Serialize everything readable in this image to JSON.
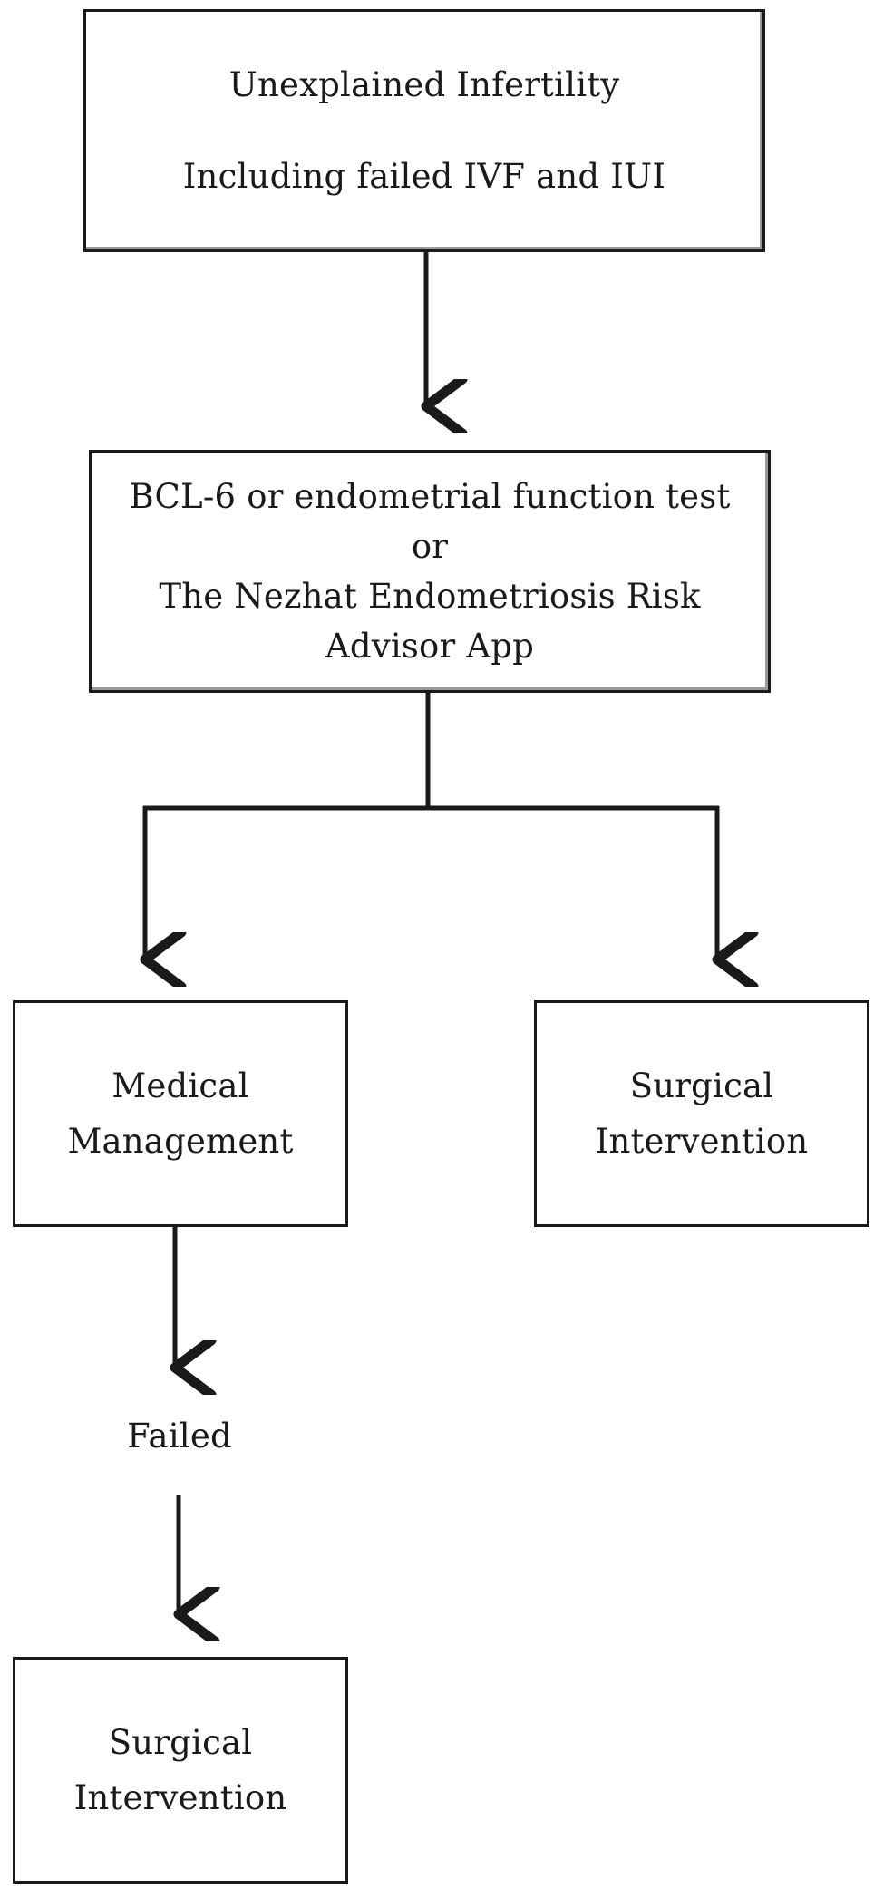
{
  "flow": {
    "start": {
      "line1": "Unexplained Infertility",
      "line2": "Including failed IVF and IUI"
    },
    "test": {
      "line1": "BCL-6 or endometrial function test",
      "line2": "or",
      "line3": "The Nezhat Endometriosis Risk",
      "line4": "Advisor App"
    },
    "medical": {
      "line1": "Medical",
      "line2": "Management"
    },
    "surgical_right": {
      "line1": "Surgical",
      "line2": "Intervention"
    },
    "failed": "Failed",
    "surgical_bottom": {
      "line1": "Surgical",
      "line2": "Intervention"
    }
  }
}
